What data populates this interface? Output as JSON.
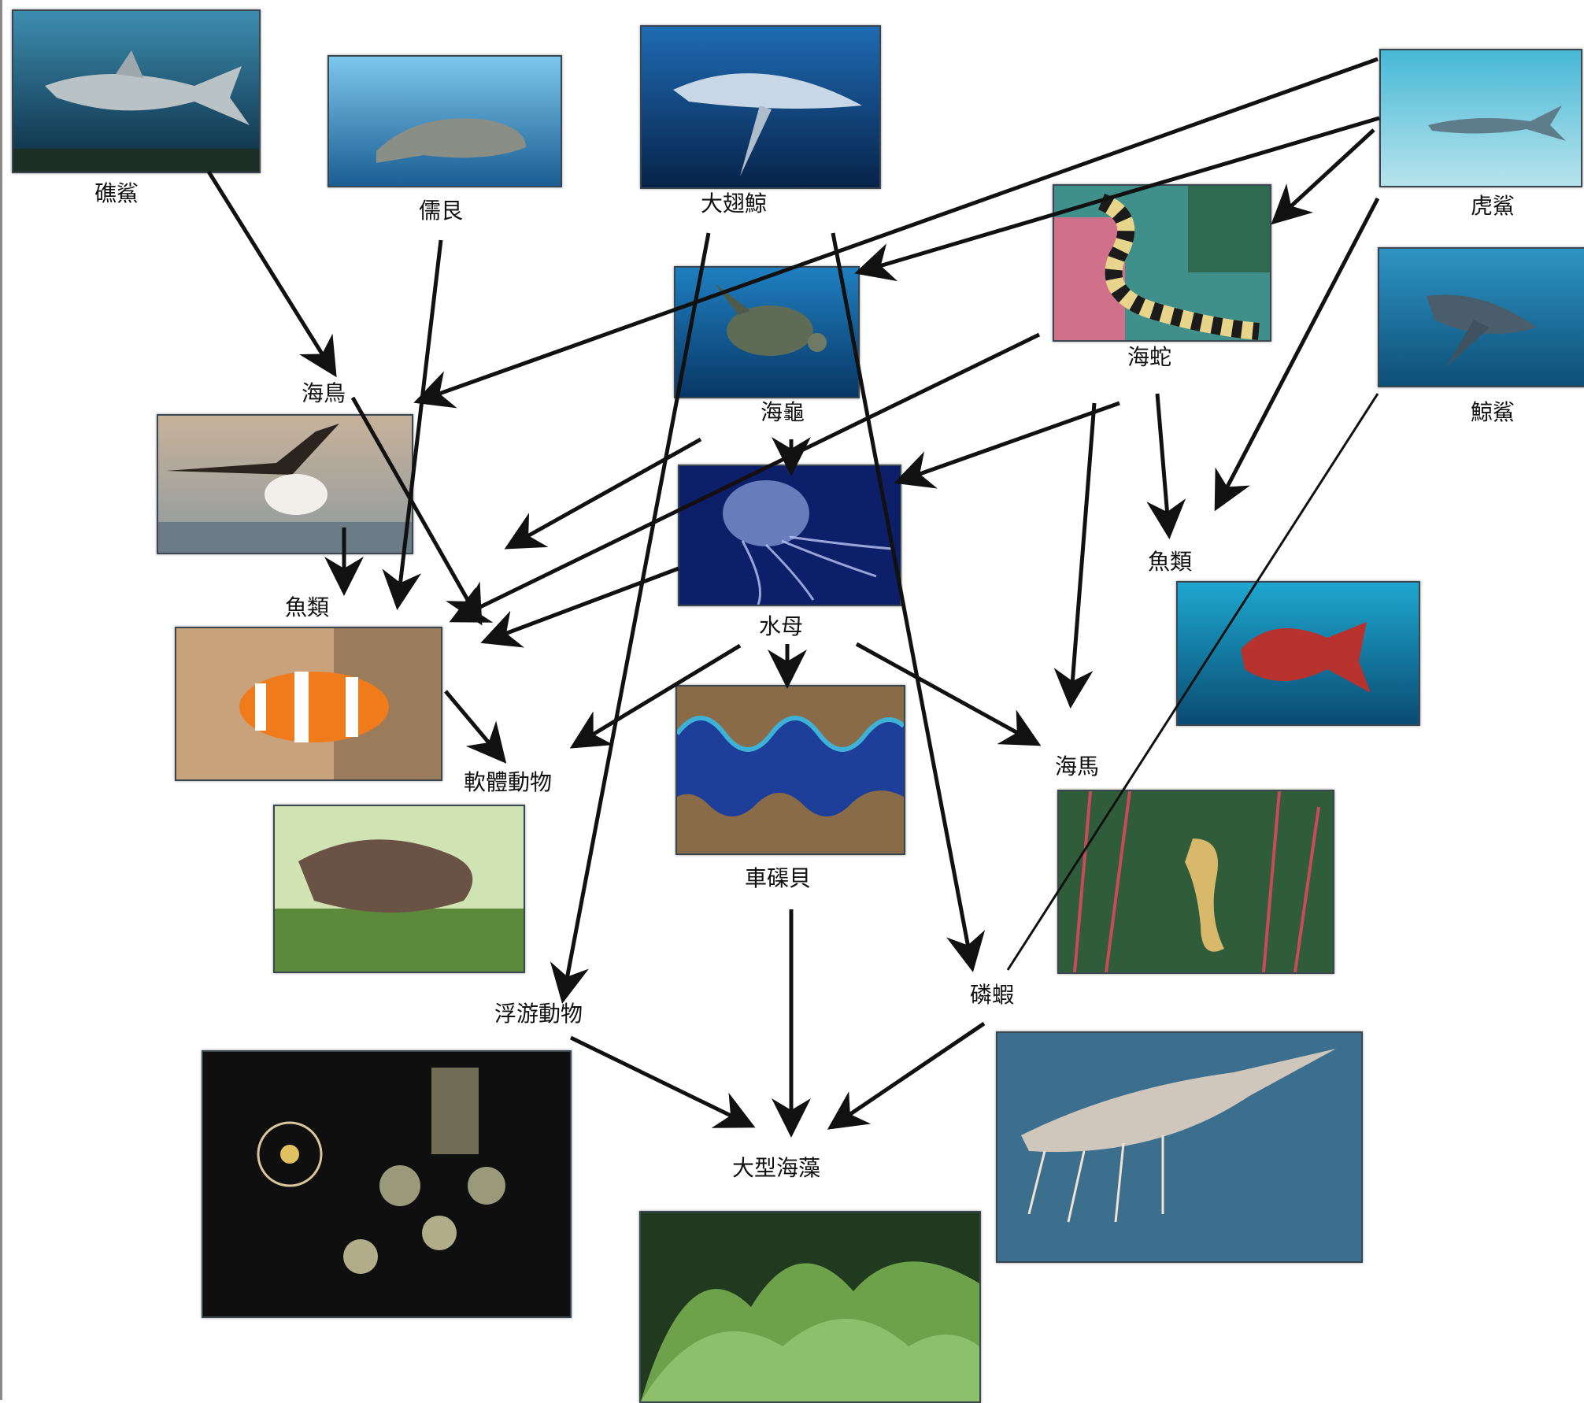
{
  "organisms": {
    "reef_shark": "礁鯊",
    "dugong": "儒艮",
    "humpback_whale": "大翅鯨",
    "tiger_shark": "虎鯊",
    "sea_snake": "海蛇",
    "whale_shark": "鯨鯊",
    "seabird": "海鳥",
    "sea_turtle": "海龜",
    "fish_left": "魚類",
    "fish_right": "魚類",
    "jellyfish": "水母",
    "mollusc": "軟體動物",
    "seahorse": "海馬",
    "giant_clam": "車磲貝",
    "zooplankton": "浮游動物",
    "krill": "磷蝦",
    "macroalgae": "大型海藻"
  },
  "photo_icons": {
    "reef_shark": "shark-photo",
    "dugong": "dugong-photo",
    "humpback_whale": "whale-photo",
    "tiger_shark": "shark-photo",
    "sea_snake": "sea-snake-photo",
    "whale_shark": "whale-shark-photo",
    "seabird": "eagle-photo",
    "sea_turtle": "turtle-photo",
    "clownfish": "clownfish-photo",
    "jellyfish": "jellyfish-photo",
    "mollusc": "sea-slug-photo",
    "red_fish": "red-fish-photo",
    "giant_clam": "giant-clam-photo",
    "seahorse": "seahorse-photo",
    "zooplankton": "plankton-photo",
    "krill": "krill-photo",
    "macroalgae": "seaweed-photo"
  },
  "food_web_links": [
    {
      "from": "reef_shark",
      "to": "seabird"
    },
    {
      "from": "dugong",
      "to": "fish_left"
    },
    {
      "from": "humpback_whale",
      "to": "zooplankton"
    },
    {
      "from": "humpback_whale",
      "to": "krill"
    },
    {
      "from": "tiger_shark",
      "to": "seabird"
    },
    {
      "from": "tiger_shark",
      "to": "sea_snake"
    },
    {
      "from": "tiger_shark",
      "to": "fish_right"
    },
    {
      "from": "tiger_shark",
      "to": "sea_turtle"
    },
    {
      "from": "sea_snake",
      "to": "fish_right"
    },
    {
      "from": "sea_snake",
      "to": "seahorse"
    },
    {
      "from": "sea_snake",
      "to": "jellyfish"
    },
    {
      "from": "sea_snake",
      "to": "fish_left"
    },
    {
      "from": "sea_turtle",
      "to": "jellyfish"
    },
    {
      "from": "sea_turtle",
      "to": "fish_left"
    },
    {
      "from": "seabird",
      "to": "fish_left"
    },
    {
      "from": "seabird",
      "to": "mollusc"
    },
    {
      "from": "jellyfish",
      "to": "mollusc"
    },
    {
      "from": "jellyfish",
      "to": "giant_clam"
    },
    {
      "from": "jellyfish",
      "to": "seahorse"
    },
    {
      "from": "jellyfish",
      "to": "fish_left"
    },
    {
      "from": "fish_left",
      "to": "mollusc"
    },
    {
      "from": "whale_shark",
      "to": "krill"
    },
    {
      "from": "giant_clam",
      "to": "macroalgae"
    },
    {
      "from": "zooplankton",
      "to": "macroalgae"
    },
    {
      "from": "krill",
      "to": "macroalgae"
    }
  ],
  "colors": {
    "arrow": "#111111",
    "label": "#111111",
    "background": "#ffffff"
  }
}
